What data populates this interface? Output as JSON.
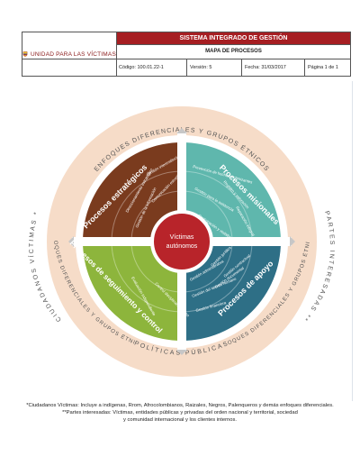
{
  "header": {
    "logo_text": "UNIDAD PARA LAS VÍCTIMAS",
    "title": "SISTEMA INTEGRADO DE GESTIÓN",
    "subtitle": "MAPA DE PROCESOS",
    "code": "Código: 100.01.22-1",
    "version": "Versión: 5",
    "date": "Fecha: 31/03/2017",
    "page": "Página 1 de 1"
  },
  "diagram": {
    "center_line1": "Víctimas",
    "center_line2": "autónomos",
    "outer_ring": {
      "top": "ENFOQUES DIFERENCIALES Y GRUPOS ÉTNICOS",
      "left": "CIUDADANOS VÍCTIMAS *",
      "right": "PARTES INTERESADAS **",
      "bottom": "POLÍTICAS PÚBLICAS",
      "left_lower": "ENFOQUES DIFERENCIALES Y GRUPOS ÉTNICOS",
      "right_lower": "ENFOQUES DIFERENCIALES Y GRUPOS ÉTNICOS"
    },
    "quadrants": {
      "top_left": {
        "label": "Procesos estratégicos",
        "color": "#7a3b1e",
        "items": [
          "Gestión interinstitucional",
          "Direccionamiento estratégico",
          "Comunicación estratégica",
          "Gestión de la información"
        ]
      },
      "top_right": {
        "label": "Procesos misionales",
        "color": "#5fb7ad",
        "items": [
          "Prevención de hechos victimizantes",
          "Gestión para la asistencia",
          "Reparación integral",
          "Participación y visibilización",
          "Registro y valoración"
        ]
      },
      "bottom_left": {
        "label": "Procesos de seguimiento y control",
        "color": "#8db53c",
        "items": [
          "Evaluación independiente",
          "Control disciplinario interno"
        ]
      },
      "bottom_right": {
        "label": "Procesos de apoyo",
        "color": "#2e6f86",
        "items": [
          "Gestión administrativa",
          "Gestión del talento humano",
          "Gestión financiera",
          "Gestión jurídica",
          "Gestión contractual",
          "Gestión documental"
        ]
      }
    },
    "colors": {
      "outer_ring": "#f6dcc8",
      "outer_ring_text": "#555555",
      "center": "#b8242a",
      "divider": "#ffffff"
    }
  },
  "footnote": {
    "line1": "*Ciudadanos Víctimas: Incluye a indígenas, Rrom, Afrocolombianos, Raizales, Negros, Palenqueros y demás enfoques diferenciales.",
    "line2": "**Partes interesadas: Víctimas, entidades públicas y privadas del orden nacional y territorial, sociedad",
    "line3": "y comunidad internacional y los clientes internos."
  }
}
